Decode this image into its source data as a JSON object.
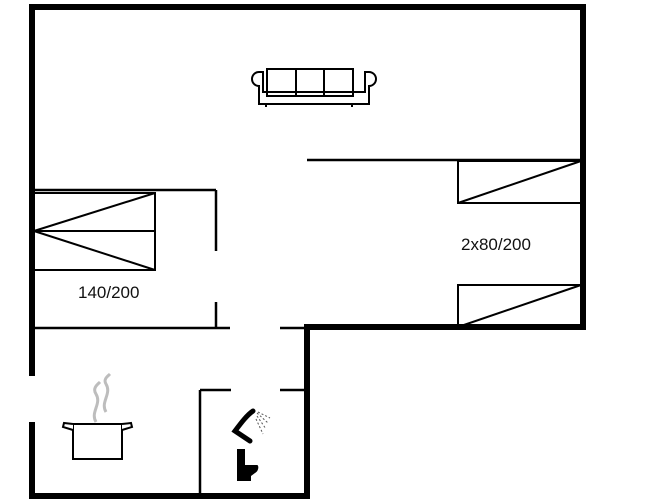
{
  "diagram": {
    "type": "floor-plan",
    "colors": {
      "wall": "#000000",
      "background": "#ffffff",
      "steam": "#bdbdbd"
    },
    "rooms": [
      {
        "id": "living-room",
        "icon": "sofa-icon"
      },
      {
        "id": "bedroom-1",
        "bed_label": "140/200",
        "icon": "double-bed-icon"
      },
      {
        "id": "bedroom-2",
        "bed_label": "2x80/200",
        "icon": "single-bed-icon"
      },
      {
        "id": "kitchen",
        "icon": "cooking-pot-icon"
      },
      {
        "id": "bathroom",
        "icons": [
          "shower-icon",
          "toilet-icon"
        ]
      }
    ],
    "labels": {
      "bedroom1_bed": "140/200",
      "bedroom2_beds": "2x80/200"
    }
  }
}
